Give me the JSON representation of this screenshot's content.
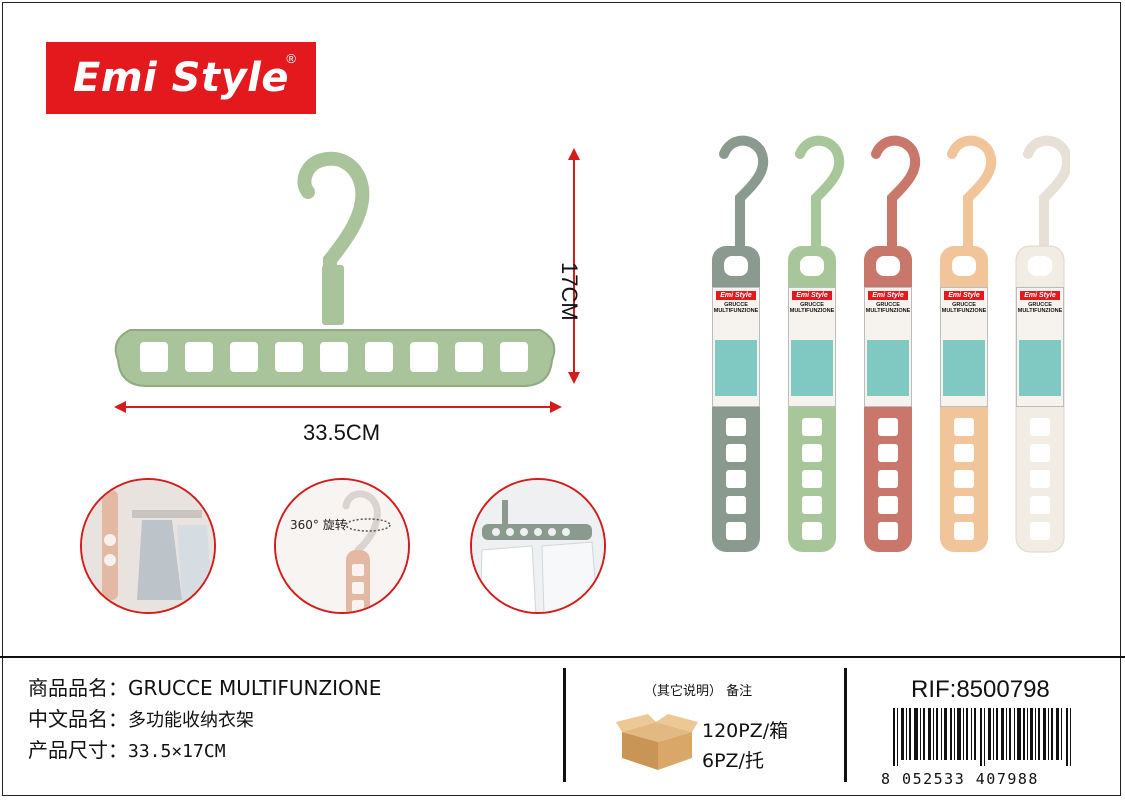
{
  "brand": {
    "name": "Emi Style",
    "reg": "®",
    "color": "#e3191e"
  },
  "dimensions": {
    "width_label": "33.5CM",
    "height_label": "17CM"
  },
  "features": {
    "rotation_label": "360°  旋转"
  },
  "hanger_colors": [
    "#8a9a8e",
    "#a7c79a",
    "#c9776a",
    "#f2c49a",
    "#f1ece4"
  ],
  "package_tag": {
    "brand": "Emi Style",
    "title": "GRUCCE MULTIFUNZIONE"
  },
  "product_info": {
    "rows": [
      {
        "label": "商品品名：",
        "value": "GRUCCE MULTIFUNZIONE"
      },
      {
        "label": "中文品名：",
        "value": "多功能收纳衣架"
      },
      {
        "label": "产品尺寸：",
        "value": "33.5×17CM"
      }
    ]
  },
  "packing": {
    "note": "（其它说明）  备注",
    "per_box": "120PZ/箱",
    "per_pallet": "6PZ/托"
  },
  "reference": {
    "rif": "RIF:8500798",
    "barcode_number": "8 052533 407988"
  }
}
